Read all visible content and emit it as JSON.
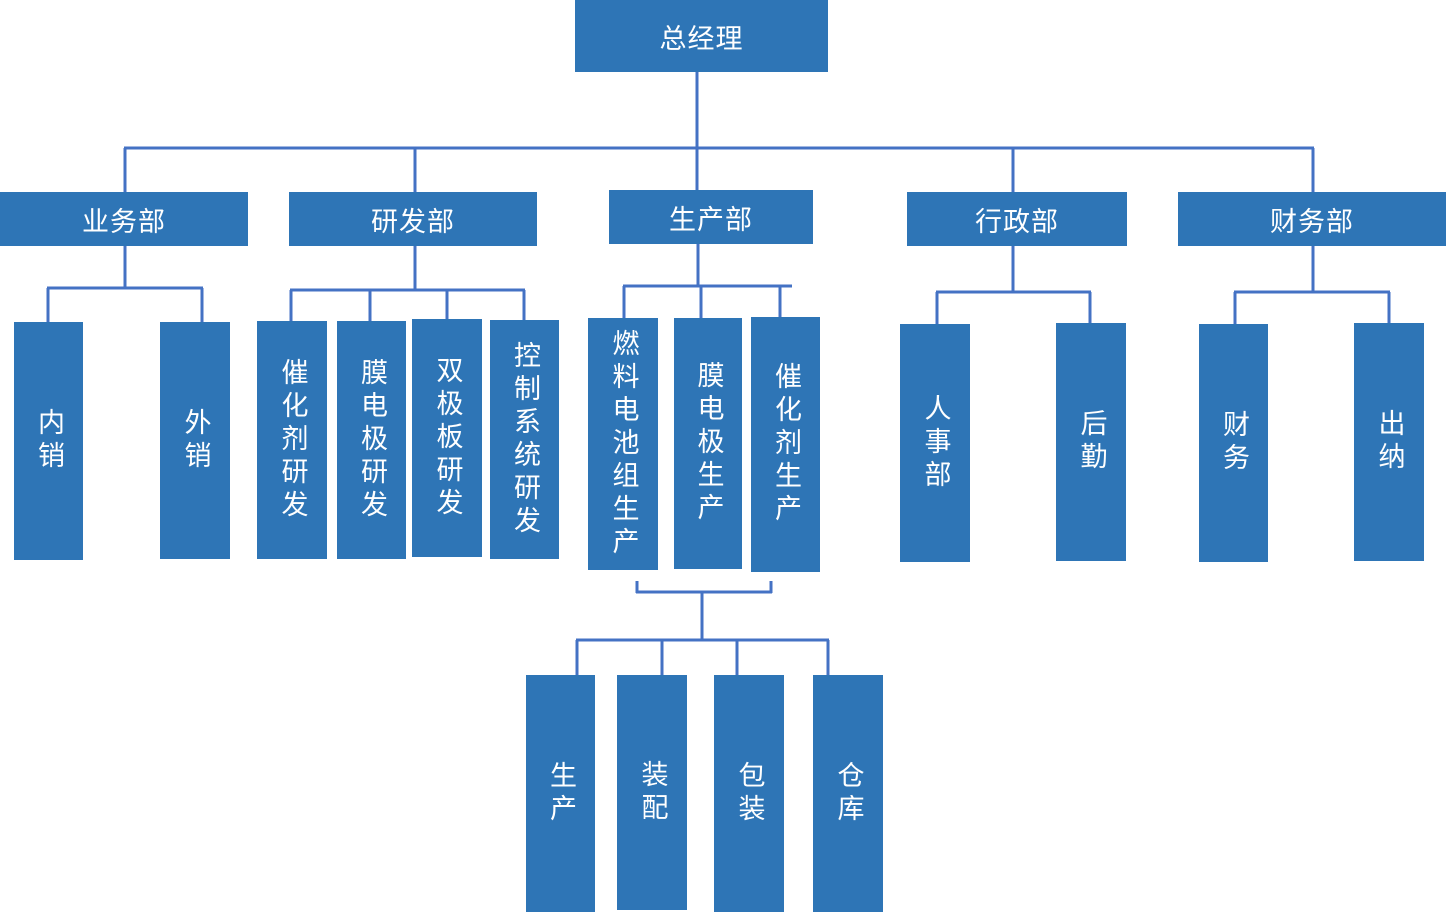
{
  "org": {
    "root": {
      "label": "总经理"
    },
    "departments": [
      {
        "label": "业务部",
        "children": [
          "内销",
          "外销"
        ]
      },
      {
        "label": "研发部",
        "children": [
          "催化剂研发",
          "膜电极研发",
          "双极板研发",
          "控制系统研发"
        ]
      },
      {
        "label": "生产部",
        "children": [
          "燃料电池组生产",
          "膜电极生产",
          "催化剂生产"
        ]
      },
      {
        "label": "行政部",
        "children": [
          "人事部",
          "后勤"
        ]
      },
      {
        "label": "财务部",
        "children": [
          "财务",
          "出纳"
        ]
      }
    ],
    "production_stages": [
      "生产",
      "装配",
      "包装",
      "仓库"
    ]
  },
  "colors": {
    "box": "#2E75B6",
    "line": "#4472C4",
    "text": "#FFFFFF"
  }
}
